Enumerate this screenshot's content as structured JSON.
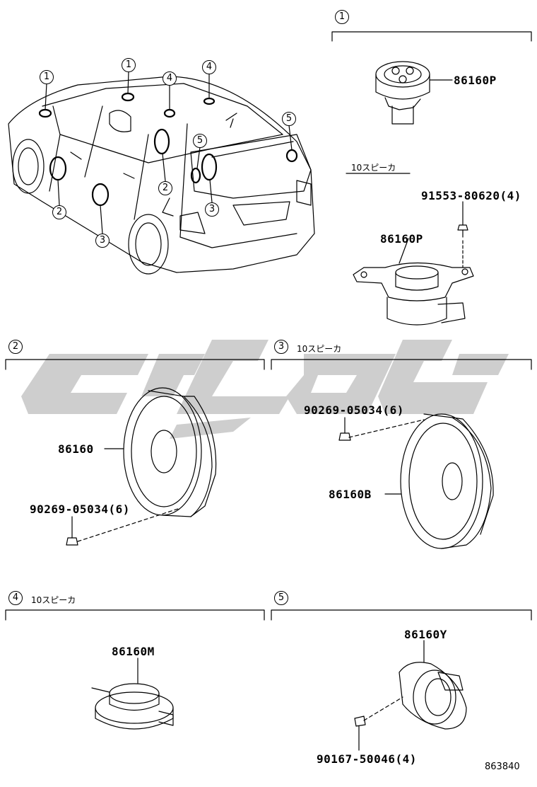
{
  "diagram_id": "863840",
  "watermark_colors": {
    "logo": "#c8c8c8"
  },
  "overview": {
    "markers": [
      "1",
      "1",
      "4",
      "4",
      "5",
      "2",
      "2",
      "5",
      "3",
      "3"
    ]
  },
  "sections": [
    {
      "index": "1",
      "note": "",
      "parts": [
        "86160P"
      ]
    },
    {
      "index": "",
      "note": "10スピーカ",
      "parts": [
        "91553-80620(4)",
        "86160P"
      ]
    },
    {
      "index": "2",
      "note": "",
      "parts": [
        "86160",
        "90269-05034(6)"
      ]
    },
    {
      "index": "3",
      "note": "10スピーカ",
      "parts": [
        "90269-05034(6)",
        "86160B"
      ]
    },
    {
      "index": "4",
      "note": "10スピーカ",
      "parts": [
        "86160M"
      ]
    },
    {
      "index": "5",
      "note": "",
      "parts": [
        "86160Y",
        "90167-50046(4)"
      ]
    }
  ]
}
